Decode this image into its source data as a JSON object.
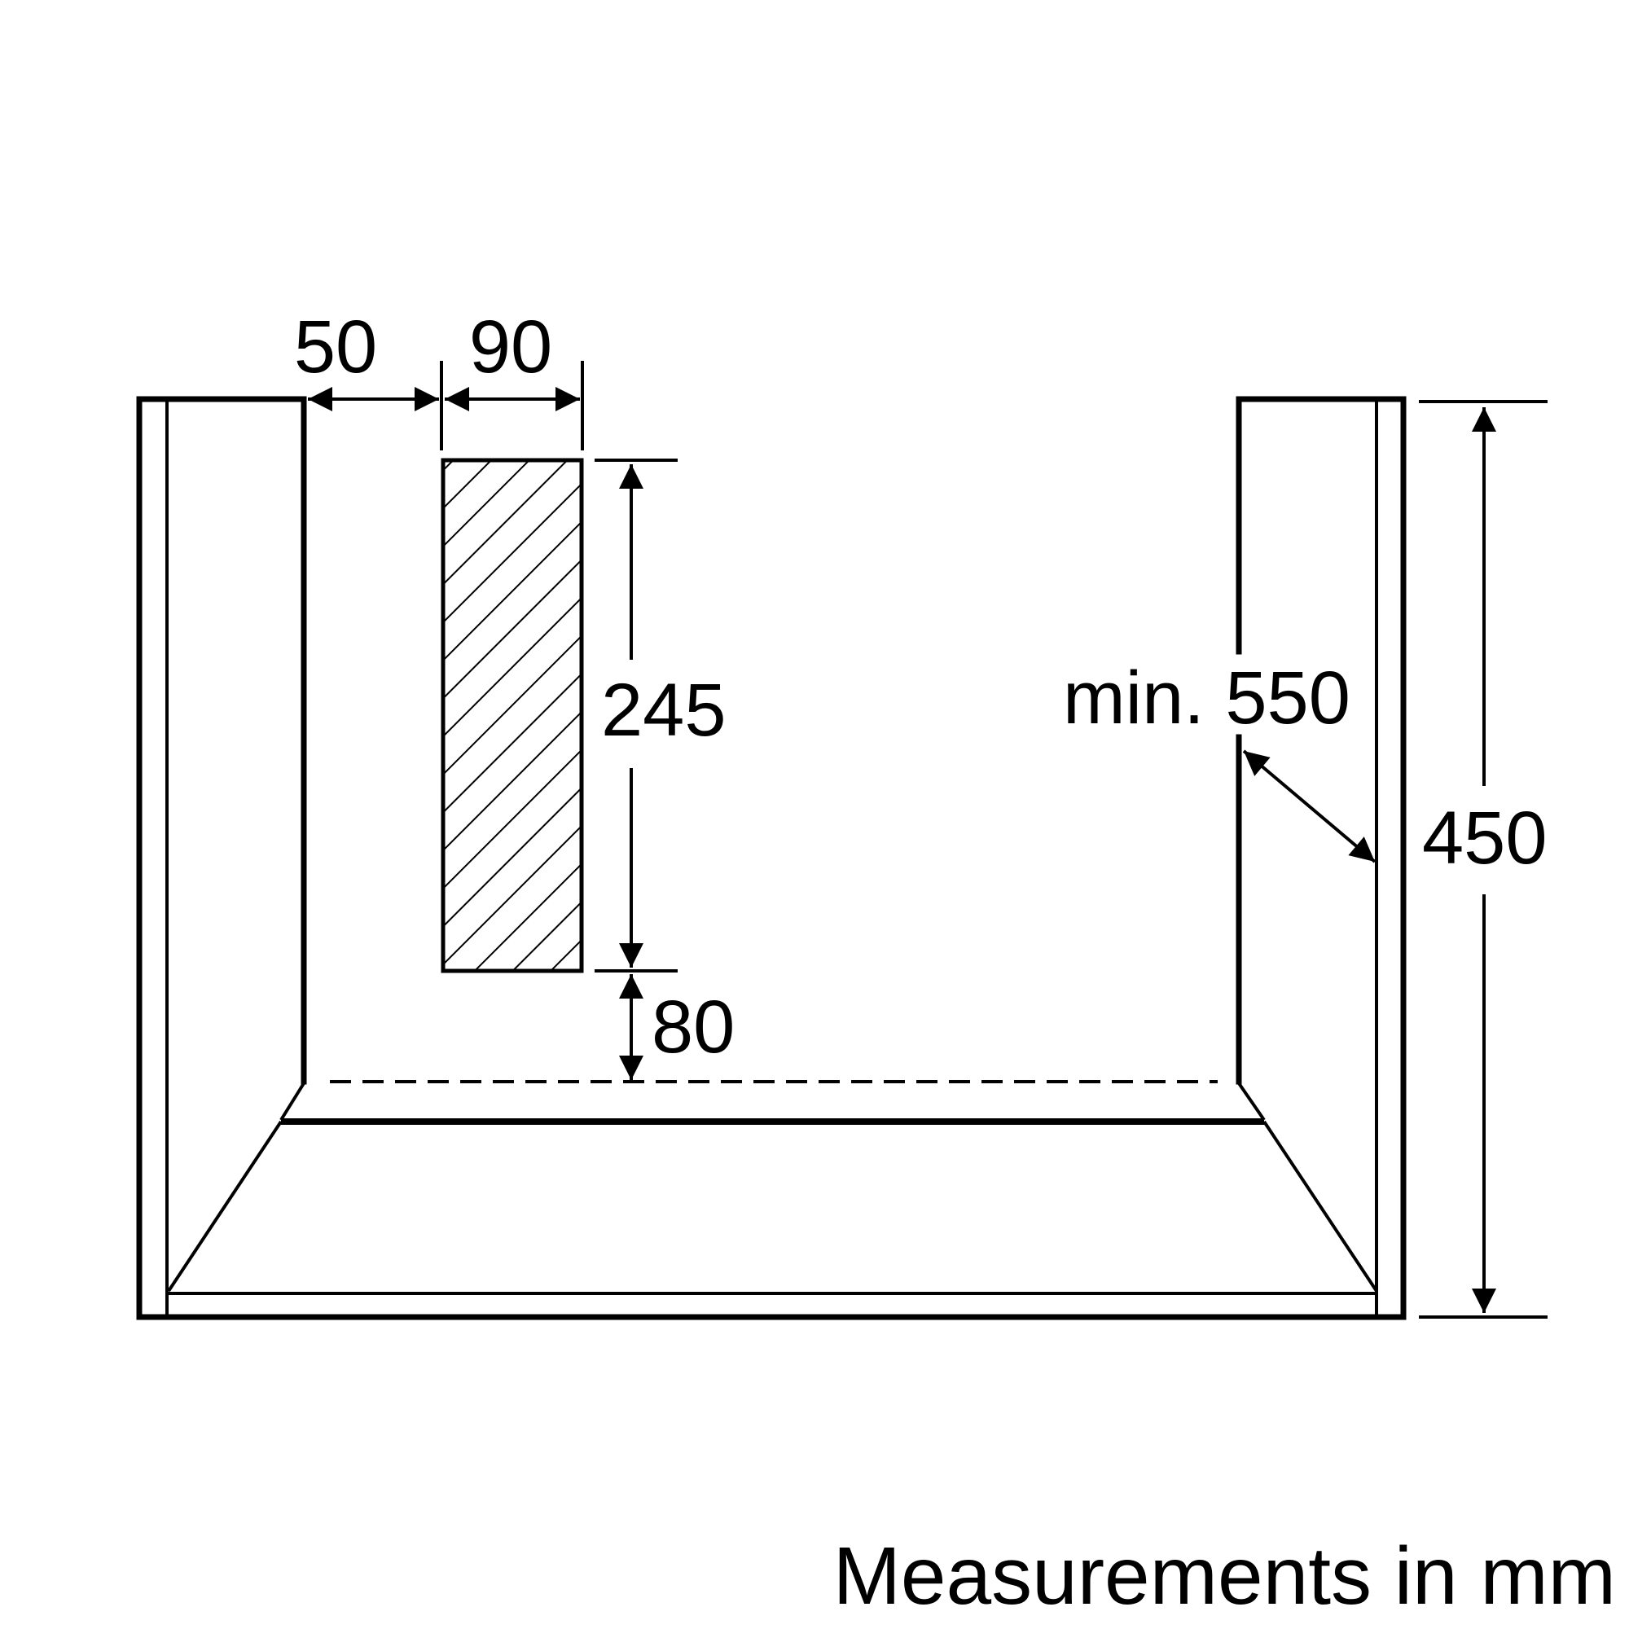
{
  "dimensions": {
    "left_gap": "50",
    "cutout_width": "90",
    "cutout_height": "245",
    "bottom_clearance": "80",
    "depth": "min. 550",
    "height": "450"
  },
  "caption": "Measurements in mm",
  "colors": {
    "line": "#000000",
    "background": "#ffffff"
  }
}
